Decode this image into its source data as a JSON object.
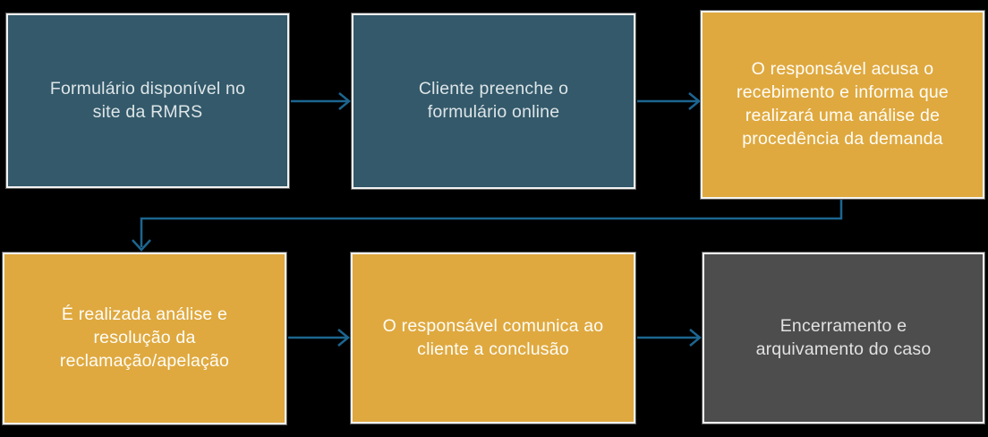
{
  "diagram": {
    "type": "flowchart",
    "background": "#000000",
    "colors": {
      "teal": "#33596A",
      "gold": "#DFA93F",
      "gray": "#4D4D4D",
      "arrow": "#1C6690",
      "node_border": "#F2F2F2"
    },
    "nodes": [
      {
        "id": "formulario-site",
        "label": "Formulário disponível no site da RMRS",
        "color": "teal"
      },
      {
        "id": "cliente-preenche",
        "label": "Cliente preenche o formulário online",
        "color": "teal"
      },
      {
        "id": "responsavel-acusa",
        "label": "O responsável acusa o recebimento e informa que realizará uma análise de procedência da demanda",
        "color": "gold"
      },
      {
        "id": "analise-resolucao",
        "label": "É realizada análise e resolução da reclamação/apelação",
        "color": "gold"
      },
      {
        "id": "comunica-conclusao",
        "label": "O responsável comunica ao cliente a conclusão",
        "color": "gold"
      },
      {
        "id": "encerramento",
        "label": "Encerramento e arquivamento do caso",
        "color": "gray"
      }
    ],
    "edges": [
      {
        "from": "formulario-site",
        "to": "cliente-preenche",
        "style": "straight"
      },
      {
        "from": "cliente-preenche",
        "to": "responsavel-acusa",
        "style": "straight"
      },
      {
        "from": "responsavel-acusa",
        "to": "analise-resolucao",
        "style": "elbow"
      },
      {
        "from": "analise-resolucao",
        "to": "comunica-conclusao",
        "style": "straight"
      },
      {
        "from": "comunica-conclusao",
        "to": "encerramento",
        "style": "straight"
      }
    ]
  }
}
